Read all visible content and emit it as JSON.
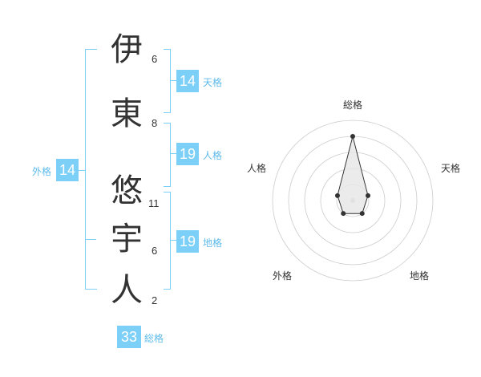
{
  "name": {
    "chars": [
      {
        "char": "伊",
        "strokes": "6"
      },
      {
        "char": "東",
        "strokes": "8"
      },
      {
        "char": "悠",
        "strokes": "11"
      },
      {
        "char": "宇",
        "strokes": "6"
      },
      {
        "char": "人",
        "strokes": "2"
      }
    ]
  },
  "grades": {
    "tenkaku": {
      "value": "14",
      "label": "天格"
    },
    "jinkaku": {
      "value": "19",
      "label": "人格"
    },
    "chikaku": {
      "value": "19",
      "label": "地格"
    },
    "gaikaku": {
      "value": "14",
      "label": "外格"
    },
    "soukaku": {
      "value": "33",
      "label": "総格"
    }
  },
  "chart_data": {
    "type": "radar",
    "axes": [
      "総格",
      "天格",
      "地格",
      "外格",
      "人格"
    ],
    "values": [
      4.0,
      1.0,
      1.0,
      1.0,
      1.0
    ],
    "rmax": 5
  },
  "colors": {
    "accent": "#7ccff7",
    "accent_text": "#5fbbea",
    "grid": "#cccccc",
    "series": "#333333"
  }
}
